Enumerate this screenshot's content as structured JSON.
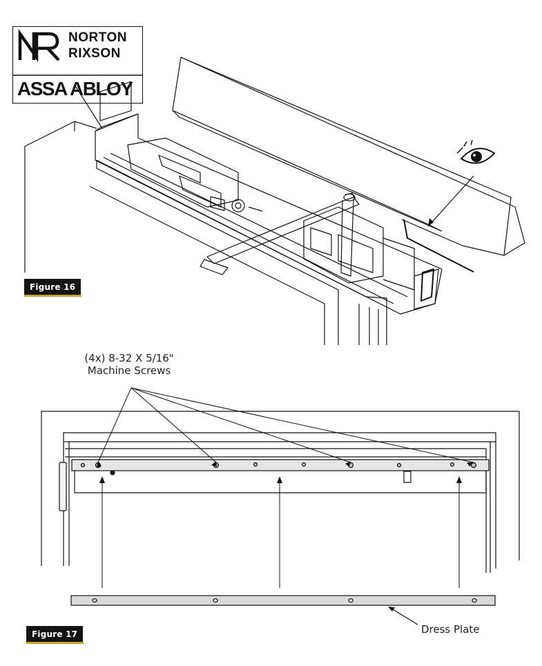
{
  "logo": {
    "brand_line1": "NORTON",
    "brand_line2": "RIXSON",
    "parent_brand": "ASSA ABLOY"
  },
  "figure16": {
    "label": "Figure 16",
    "eye_icon": "eye-icon"
  },
  "figure17": {
    "label": "Figure 17",
    "screw_callout_line1": "(4x) 8-32 X 5/16\"",
    "screw_callout_line2": "Machine Screws",
    "dress_plate_label": "Dress Plate"
  },
  "colors": {
    "line": "#111111",
    "tag_bg": "#141414",
    "tag_accent": "#c9a23a",
    "plate_fill": "#d9d9d9"
  }
}
